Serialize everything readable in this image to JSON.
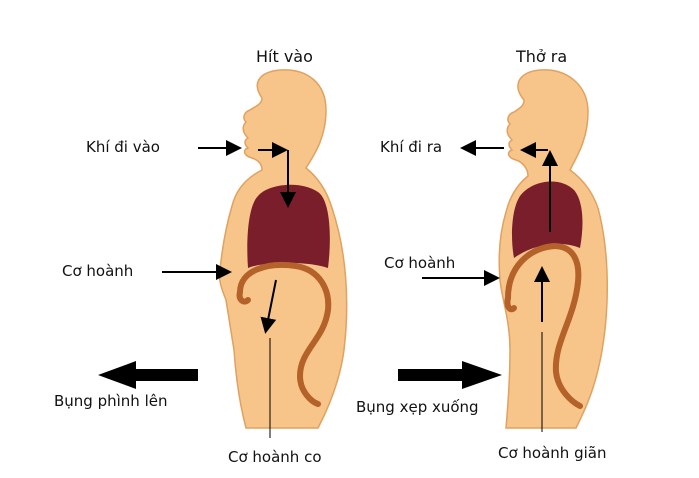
{
  "inhale": {
    "title": "Hít vào",
    "air_in": "Khí đi vào",
    "diaphragm": "Cơ hoành",
    "belly": "Bụng phình lên",
    "diaphragm_state": "Cơ hoành co"
  },
  "exhale": {
    "title": "Thở ra",
    "air_out": "Khí đi ra",
    "diaphragm": "Cơ hoành",
    "belly": "Bụng xẹp xuống",
    "diaphragm_state": "Cơ hoành giãn"
  },
  "colors": {
    "skin": "#f7c48a",
    "skin_outline": "#e0a260",
    "lung": "#7a1e2c",
    "diaphragm": "#b4612a",
    "arrow": "#000000"
  }
}
